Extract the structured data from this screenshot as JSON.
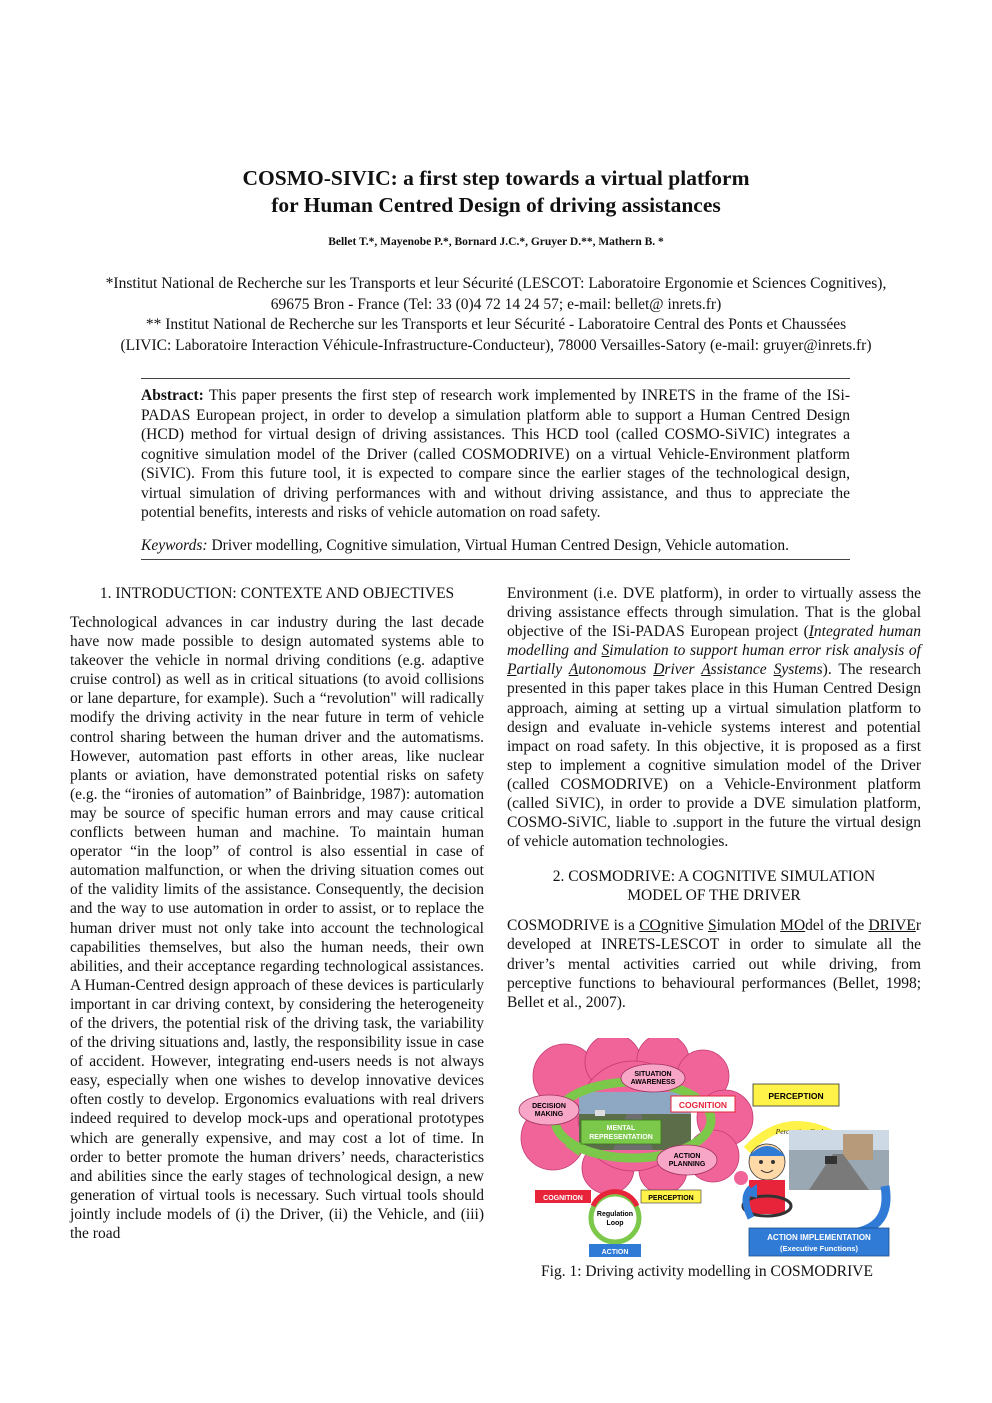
{
  "title_line1": "COSMO-SIVIC: a first step towards a virtual platform",
  "title_line2": "for Human Centred Design of driving assistances",
  "authors": "Bellet T.*,  Mayenobe P.*, Bornard J.C.*, Gruyer D.**, Mathern B. *",
  "affiliations": [
    "*Institut National de Recherche sur les Transports et leur Sécurité (LESCOT: Laboratoire Ergonomie et Sciences Cognitives),",
    "69675 Bron - France (Tel: 33 (0)4 72 14 24 57; e-mail: bellet@ inrets.fr)",
    "** Institut National de Recherche sur les Transports et leur Sécurité - Laboratoire Central des Ponts et Chaussées",
    "(LIVIC: Laboratoire Interaction Véhicule-Infrastructure-Conducteur), 78000 Versailles-Satory (e-mail: gruyer@inrets.fr)"
  ],
  "abstract": {
    "label": "Abstract:",
    "text": " This paper presents the first step of research work implemented by INRETS in the frame of the ISi-PADAS European project, in order to develop a simulation platform able to support a Human Centred Design (HCD) method for virtual design of driving assistances. This HCD tool (called COSMO-SiVIC) integrates a cognitive simulation model of the Driver (called COSMODRIVE) on a virtual Vehicle-Environment platform (SiVIC). From this future tool, it is expected to compare since the earlier stages of the technological design, virtual simulation of driving performances with and without driving assistance, and thus to appreciate the potential benefits, interests and risks of vehicle automation on road safety.",
    "keywords_label": "Keywords:",
    "keywords": " Driver modelling, Cognitive simulation, Virtual Human Centred Design, Vehicle automation."
  },
  "section1": {
    "heading": "1. INTRODUCTION: CONTEXTE AND OBJECTIVES",
    "text": "Technological advances in car industry during the last decade have now made possible to design automated systems able to takeover the vehicle in normal driving conditions (e.g. adaptive cruise control) as well as in critical situations (to avoid collisions or lane departure, for example). Such a “revolution\" will radically modify the driving activity in the near future in term of vehicle control sharing between the human driver and the automatisms. However, automation past efforts in other areas, like nuclear plants or aviation, have demonstrated potential risks on safety (e.g. the “ironies of automation” of Bainbridge, 1987): automation may be source of specific human errors and may cause critical conflicts between human and machine. To maintain human operator “in the loop” of control is also essential in case of automation malfunction, or when the driving situation comes out of the validity limits of the assistance. Consequently, the decision and the way to use automation in order to assist, or to replace the human driver must not only take into account the technological capabilities themselves, but also the human needs, their own abilities, and their acceptance regarding technological assistances. A Human-Centred design approach of these devices is particularly important in car driving context, by considering the heterogeneity of the drivers, the potential risk of the driving task, the variability of the driving situations and, lastly, the responsibility issue in case of accident. However, integrating end-users needs is not always easy, especially when one wishes to develop innovative devices often costly to develop. Ergonomics evaluations with real drivers indeed required to develop mock-ups and operational prototypes which are generally expensive, and may cost a lot of time. In order to better promote the human drivers’ needs, characteristics and abilities since the early stages of technological design, a new generation of virtual tools is necessary. Such virtual tools should jointly include models of (i) the Driver, (ii) the Vehicle, and (iii) the road"
  },
  "right_col": {
    "p1_a": "Environment (i.e. DVE platform), in order to virtually assess the driving assistance effects through simulation. That is the global objective of the ISi-PADAS European project (",
    "p1_i1": "I",
    "p1_i2": "ntegrated human modelling and ",
    "p1_i3": "S",
    "p1_i4": "imulation to support human error risk analysis of ",
    "p1_i5": "P",
    "p1_i6": "artially ",
    "p1_i7": "A",
    "p1_i8": "utonomous ",
    "p1_i9": "D",
    "p1_i10": "river ",
    "p1_i11": "A",
    "p1_i12": "ssistance ",
    "p1_i13": "S",
    "p1_i14": "ystems",
    "p1_b": "). The research presented in this paper takes place in this Human Centred Design approach, aiming at setting up a virtual simulation platform to design and evaluate in-vehicle systems interest and potential impact on road safety. In this objective, it is proposed as a first step to implement a cognitive simulation model of the Driver (called COSMODRIVE) on a Vehicle-Environment platform (called SiVIC), in order to provide a DVE simulation platform, COSMO-SiVIC, liable to .support in the future the virtual design of vehicle automation technologies."
  },
  "section2": {
    "heading_line1": "2. COSMODRIVE: A COGNITIVE SIMULATION",
    "heading_line2": "MODEL OF THE DRIVER",
    "t1": "COSMODRIVE is a ",
    "u1": "CO",
    "t2": "gnitive ",
    "u2": "S",
    "t3": "imulation ",
    "u3": "MO",
    "t4": "del of the ",
    "u4": "DRIVE",
    "t5": "r developed at INRETS-LESCOT in order to simulate all the driver’s mental activities carried out while driving, from perceptive functions to behavioural performances (Bellet, 1998; Bellet et al., 2007)."
  },
  "figure": {
    "situation_awareness_1": "SITUATION",
    "situation_awareness_2": "AWARENESS",
    "decision_1": "DECISION",
    "decision_2": "MAKING",
    "mental_1": "MENTAL",
    "mental_2": "REPRESENTATION",
    "action_planning_1": "ACTION",
    "action_planning_2": "PLANNING",
    "cognition_main": "COGNITION",
    "perception_main": "PERCEPTION",
    "perceptive_cycle": "Perceptive Cycle",
    "cognition_small": "COGNITION",
    "perception_small": "PERCEPTION",
    "regulation_1": "Regulation",
    "regulation_2": "Loop",
    "action_small": "ACTION",
    "action_impl_1": "ACTION IMPLEMENTATION",
    "action_impl_2": "(Executive Functions)",
    "colors": {
      "cloud": "#f0649a",
      "yellow": "#fff34a",
      "green": "#7cc84a",
      "blue": "#2f7bd6",
      "red": "#e8243a"
    }
  },
  "caption": "Fig. 1: Driving activity modelling in COSMODRIVE"
}
